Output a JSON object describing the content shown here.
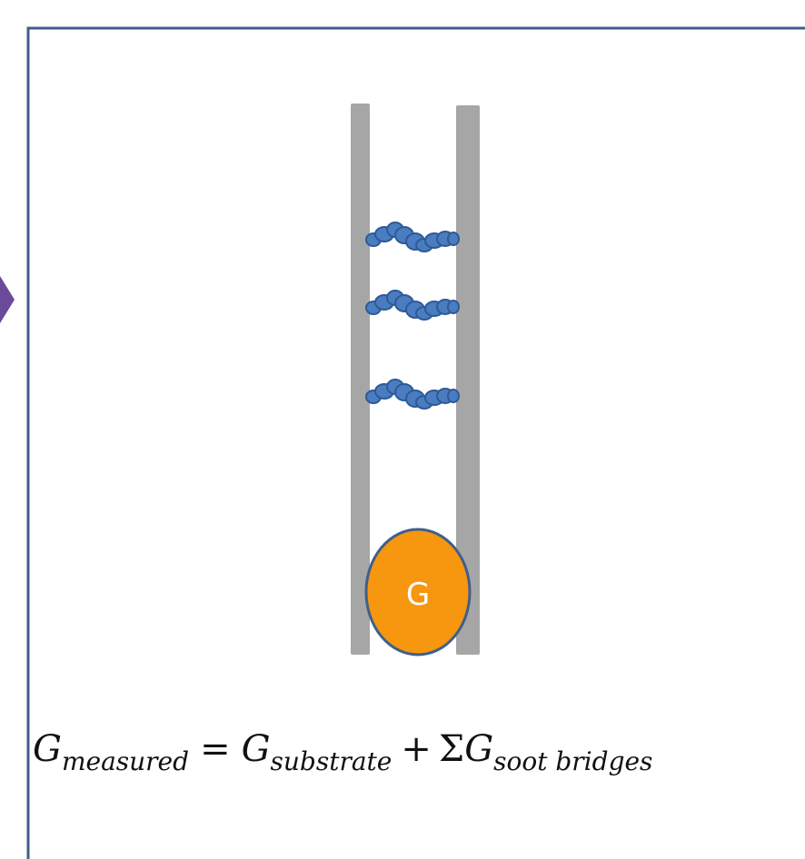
{
  "colors": {
    "frame_border": "#3f5f8c",
    "arrow": "#6b4a9c",
    "electrode": "#a6a6a6",
    "soot": "#4a7cc0",
    "soot_outline": "#2d5a96",
    "gauge_fill": "#f7960f",
    "gauge_border": "#3f5f8c"
  },
  "gauge": {
    "label": "G"
  },
  "soot_bridges": {
    "count": 3
  },
  "equation": {
    "lhs_symbol": "G",
    "lhs_sub": "measured",
    "equals": "=",
    "term1_symbol": "G",
    "term1_sub": "substrate",
    "plus": "+",
    "sum_symbol": "Σ",
    "term2_symbol": "G",
    "term2_sub": "soot bridges"
  }
}
